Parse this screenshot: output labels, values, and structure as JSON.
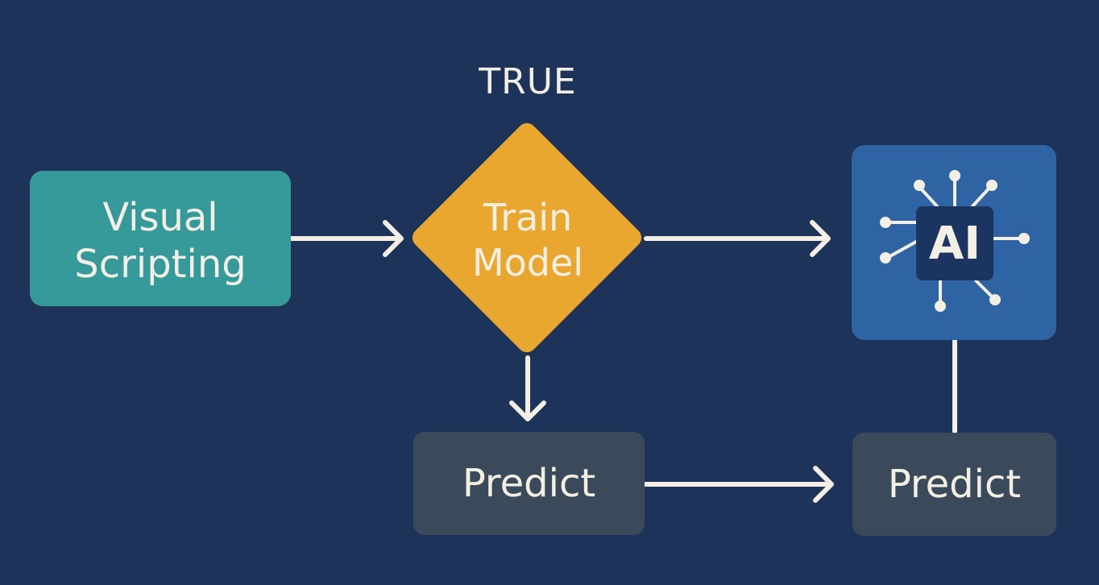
{
  "diagram": {
    "condition_label": "TRUE",
    "nodes": {
      "visual_scripting": "Visual\nScripting",
      "train_model": "Train\nModel",
      "predict_left": "Predict",
      "ai_label": "AI",
      "predict_right": "Predict"
    },
    "colors": {
      "background": "#1e3359",
      "visual_scripting": "#36999a",
      "train_model": "#eaa72f",
      "ai_box": "#2f64a4",
      "predict": "#3b4a5b",
      "line": "#f3efe4"
    }
  }
}
